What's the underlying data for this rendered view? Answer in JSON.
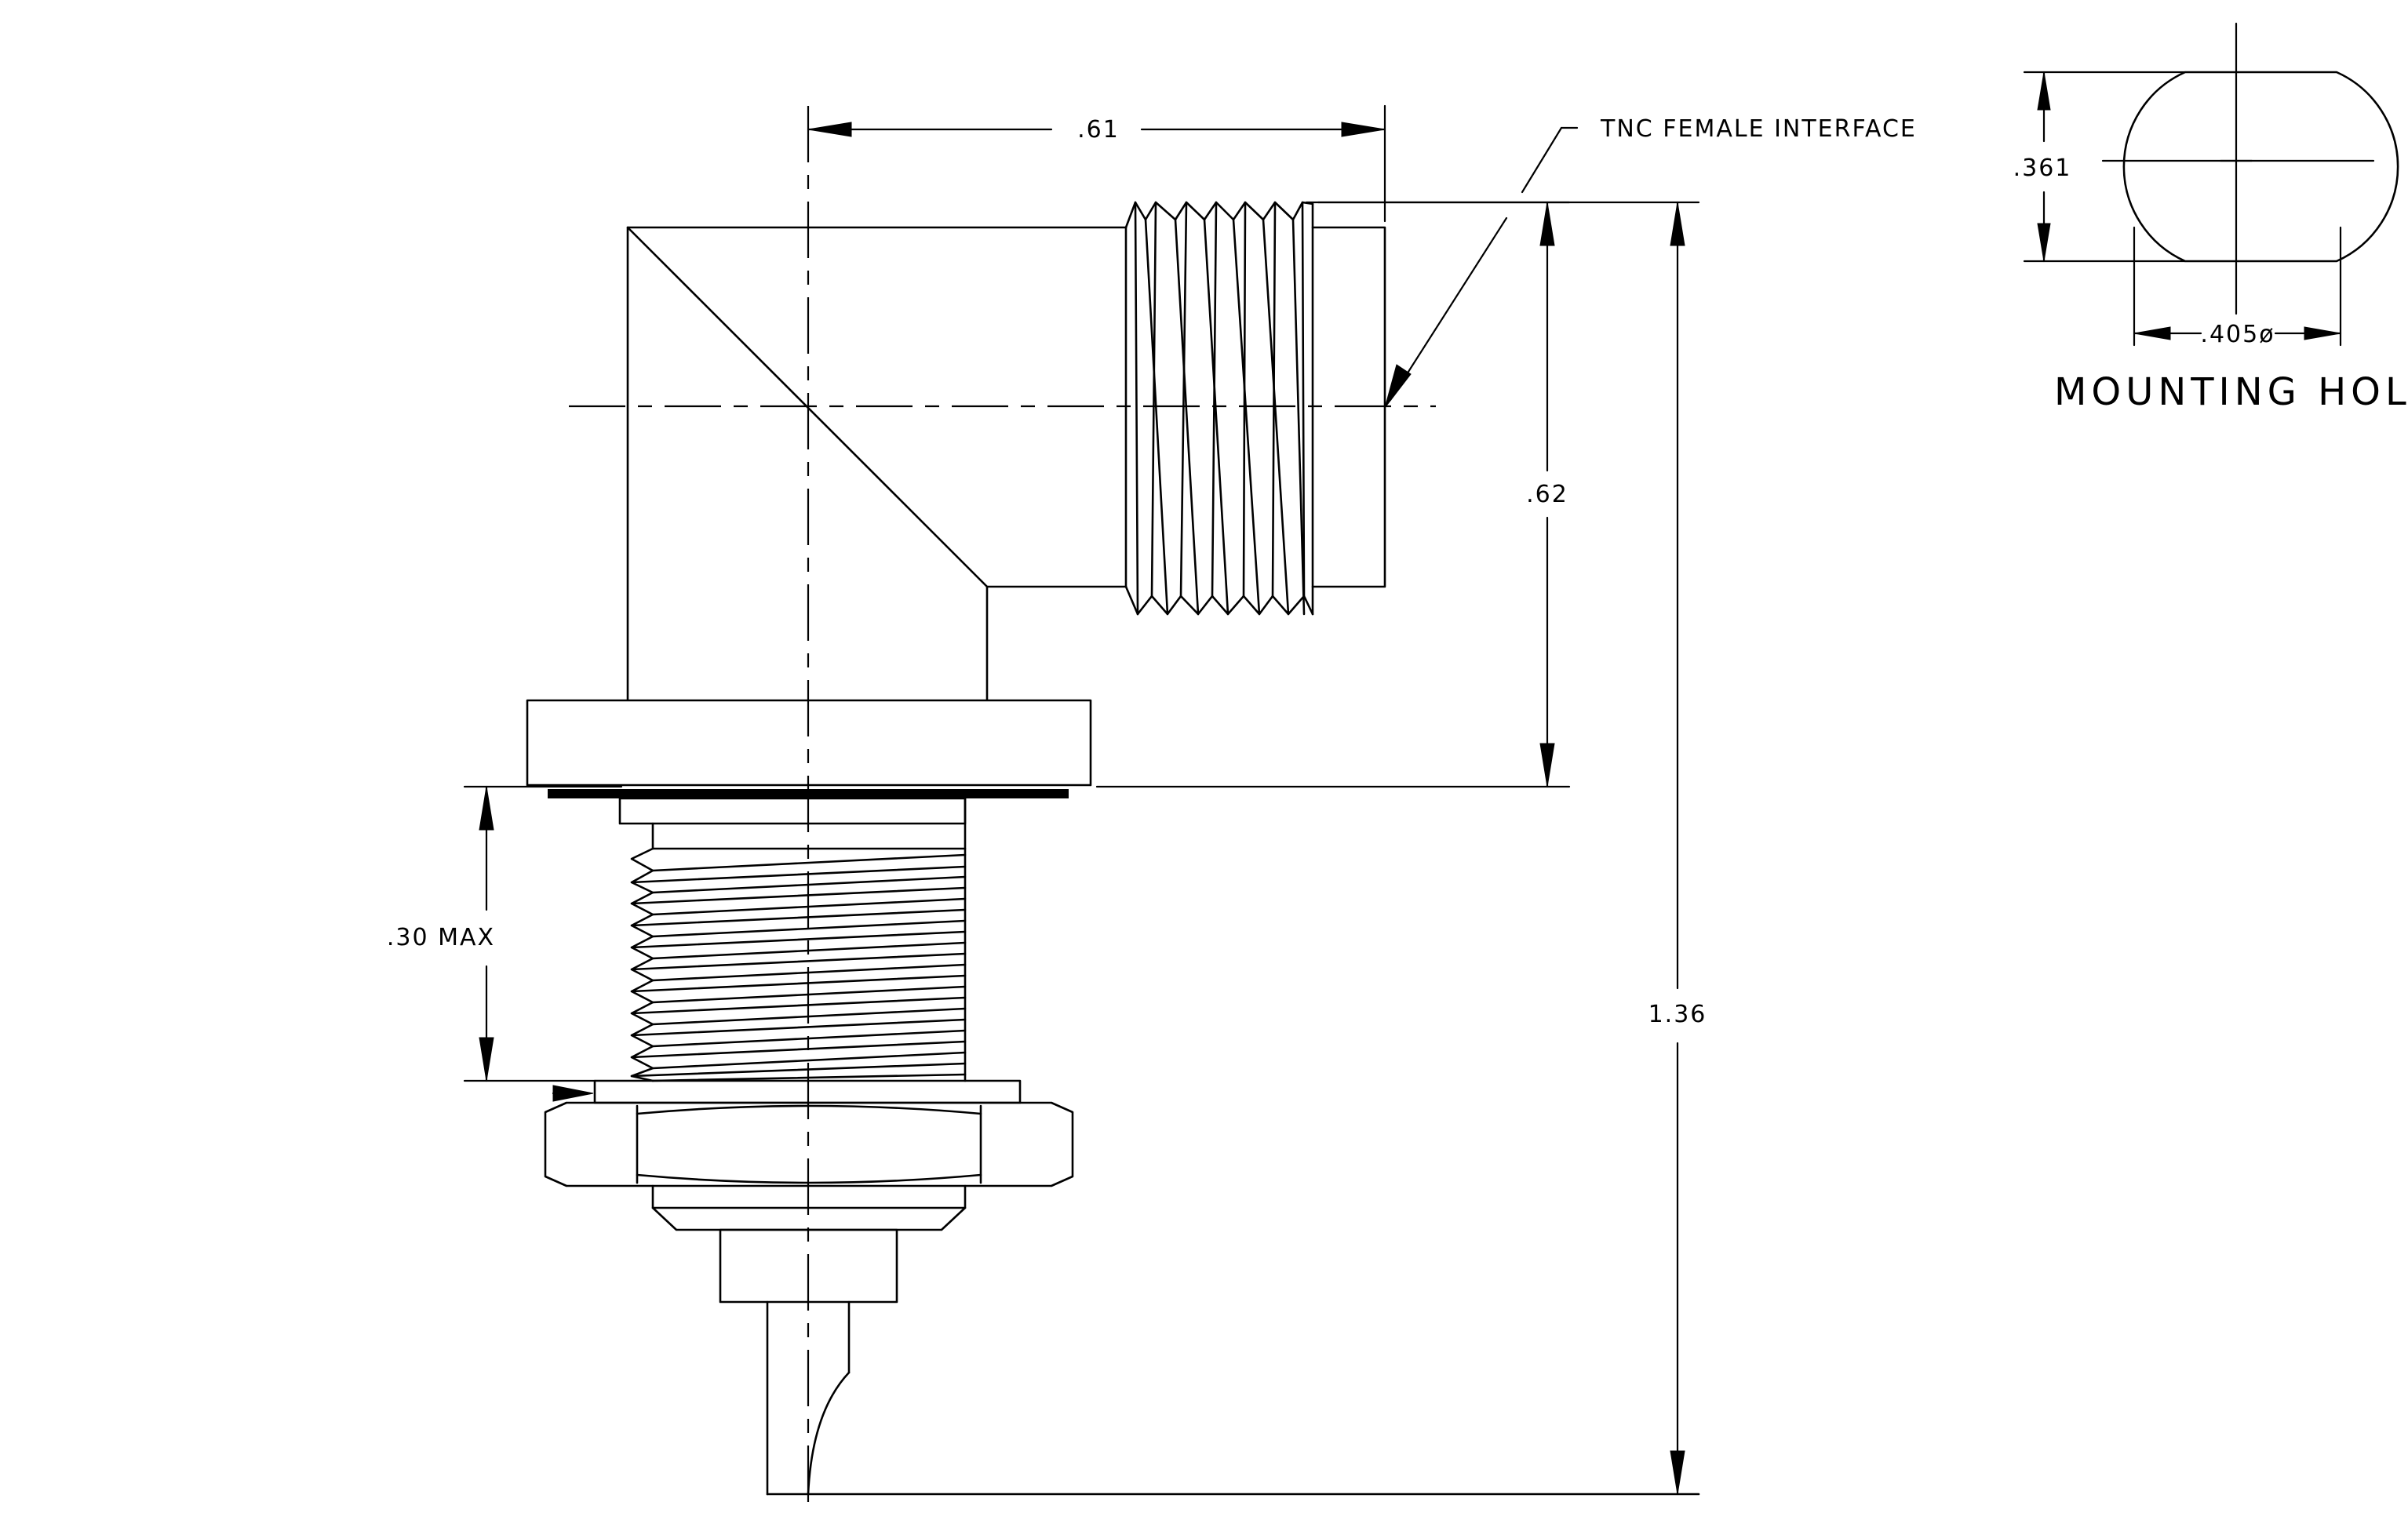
{
  "drawing": {
    "dimensions": {
      "width_top": ".61",
      "interface_label": "TNC FEMALE INTERFACE",
      "height_side": ".62",
      "overall_height": "1.36",
      "panel_thickness": ".30 MAX"
    },
    "mounting_hole": {
      "title": "MOUNTING HOLE",
      "flat_dim": ".361",
      "diameter_dim": ".405ø"
    }
  }
}
